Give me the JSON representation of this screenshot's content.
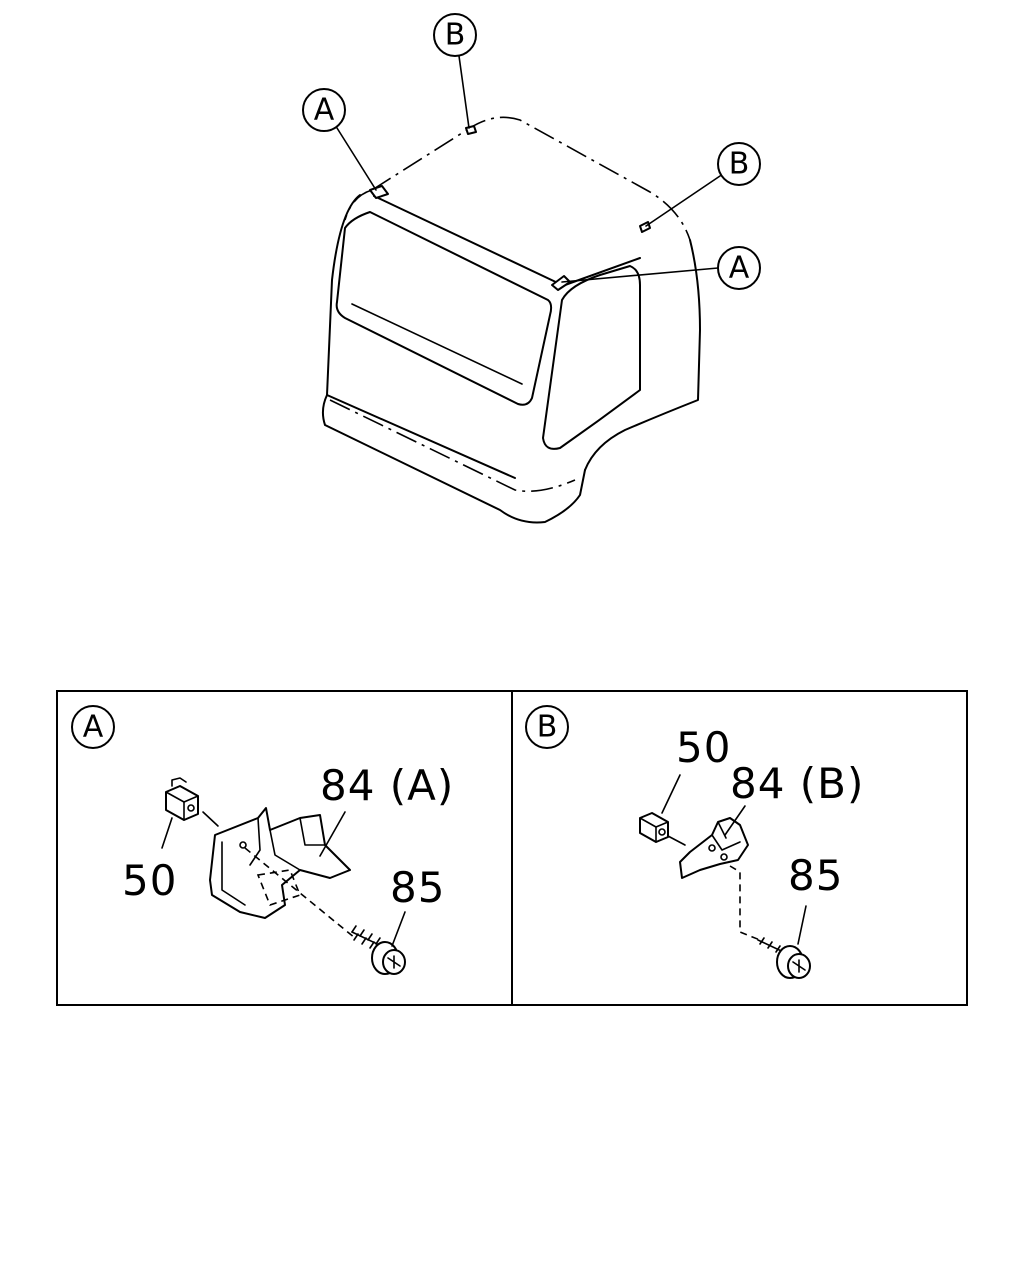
{
  "callouts": {
    "top_b": "B",
    "left_a": "A",
    "right_b": "B",
    "right_a": "A"
  },
  "panels": {
    "left": {
      "marker": "A",
      "labels": {
        "clip": "50",
        "bracket": "84 (A)",
        "screw": "85"
      }
    },
    "right": {
      "marker": "B",
      "labels": {
        "clip": "50",
        "bracket": "84 (B)",
        "screw": "85"
      }
    }
  }
}
